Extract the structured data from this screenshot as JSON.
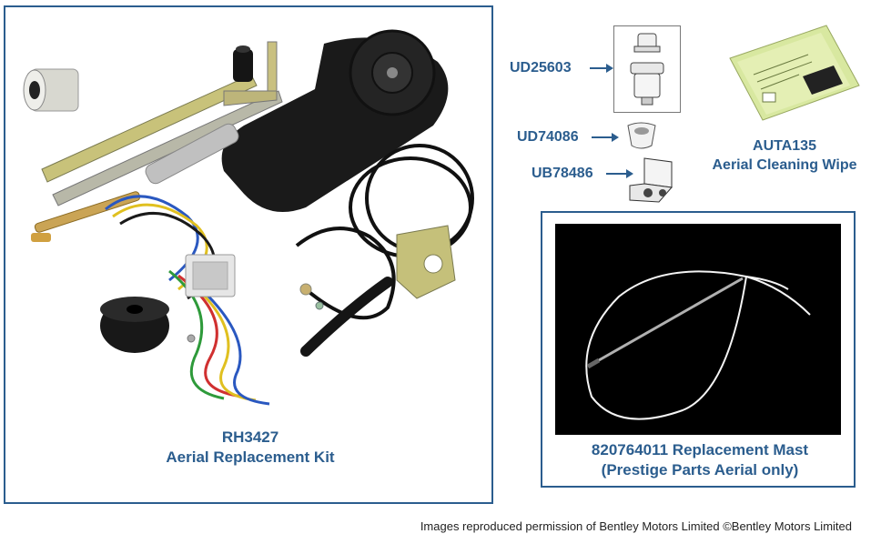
{
  "kit": {
    "part_number": "RH3427",
    "description": "Aerial Replacement Kit"
  },
  "parts": [
    {
      "part_number": "UD25603"
    },
    {
      "part_number": "UD74086"
    },
    {
      "part_number": "UB78486"
    }
  ],
  "wipe": {
    "part_number": "AUTA135",
    "description": "Aerial Cleaning Wipe"
  },
  "mast": {
    "line1": "820764011 Replacement Mast",
    "line2": "(Prestige Parts Aerial only)"
  },
  "footer": {
    "credit": "Images reproduced permission of Bentley Motors Limited ©Bentley Motors Limited"
  },
  "colors": {
    "accent_blue": "#2b5d8e",
    "photo_background": "#000000"
  }
}
